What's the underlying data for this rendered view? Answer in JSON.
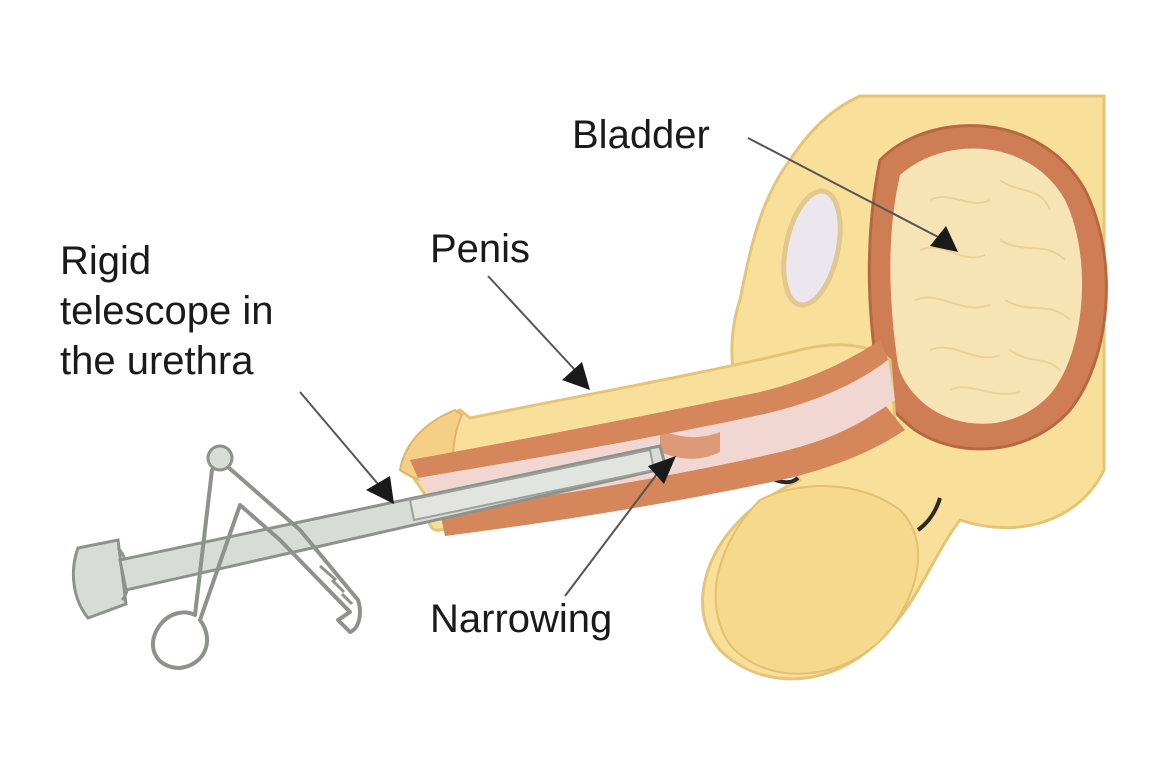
{
  "labels": {
    "bladder": "Bladder",
    "penis": "Penis",
    "telescope": [
      "Rigid",
      "telescope in",
      "the urethra"
    ],
    "narrowing": "Narrowing"
  },
  "colors": {
    "skin": "#f8e09a",
    "skin_outline": "#e6c477",
    "urethra_wall": "#d5865a",
    "urethra_lumen": "#f2d6d2",
    "bladder_interior": "#f7e4b4",
    "instrument": "#d8dcd6",
    "instrument_outline": "#8d928c",
    "pointer": "#1a1a1a"
  }
}
